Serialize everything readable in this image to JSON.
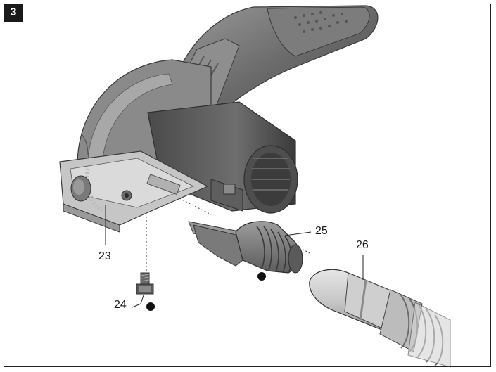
{
  "figure": {
    "number": "3"
  },
  "callouts": {
    "c23": "23",
    "c24": "24",
    "c25": "25",
    "c26": "26"
  },
  "colors": {
    "body_dark": "#5a5a5a",
    "body_mid": "#8a8a8a",
    "body_light": "#b8b8b8",
    "highlight": "#d8d8d8",
    "outline": "#3a3a3a"
  }
}
